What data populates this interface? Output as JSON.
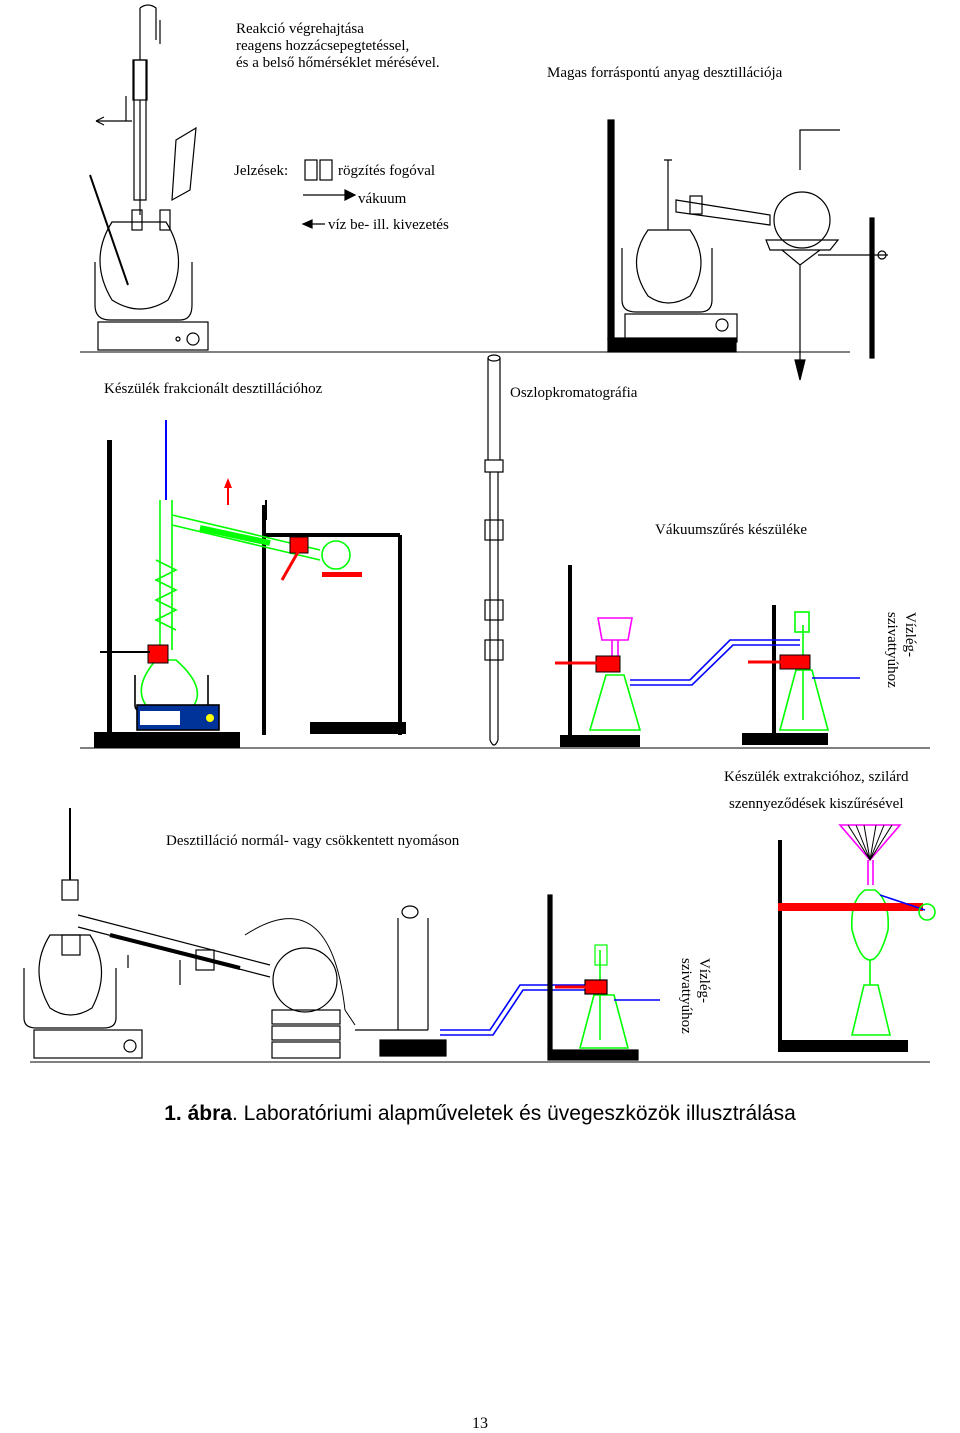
{
  "panels": {
    "reaction": {
      "line1": "Reakció végrehajtása",
      "line2": "reagens hozzácsepegtetéssel,",
      "line3": "és a belső hőmérséklet mérésével."
    },
    "high_bp": {
      "title": "Magas forráspontú  anyag  desztillációja"
    },
    "legend": {
      "prefix": "Jelzések:",
      "clamp": "rögzítés fogóval",
      "vacuum": "vákuum",
      "water": "víz be- ill. kivezetés"
    },
    "fractional": {
      "title": "Készülék frakcionált  desztillációhoz"
    },
    "column": {
      "title": "Oszlopkromatográfia"
    },
    "vacuum_filter": {
      "title": "Vákuumszűrés készüléke",
      "pump_line1": "Vízlég-",
      "pump_line2": "szivattyúhoz"
    },
    "extraction": {
      "line1": "Készülék extrakcióhoz, szilárd",
      "line2": "szennyeződések kiszűrésével"
    },
    "distillation": {
      "title": "Desztilláció normál- vagy csökkentett nyomáson",
      "pump_line1": "Vízlég-",
      "pump_line2": "szivattyúhoz"
    }
  },
  "caption": {
    "label": "1. ábra",
    "text": ". Laboratóriumi alapműveletek és üvegeszközök illusztrálása"
  },
  "page_number": "13",
  "colors": {
    "glass_green": "#00ff00",
    "clamp_red": "#ff0000",
    "hose_blue": "#0000ff",
    "funnel_magenta": "#ff00ff",
    "line_black": "#000000"
  }
}
